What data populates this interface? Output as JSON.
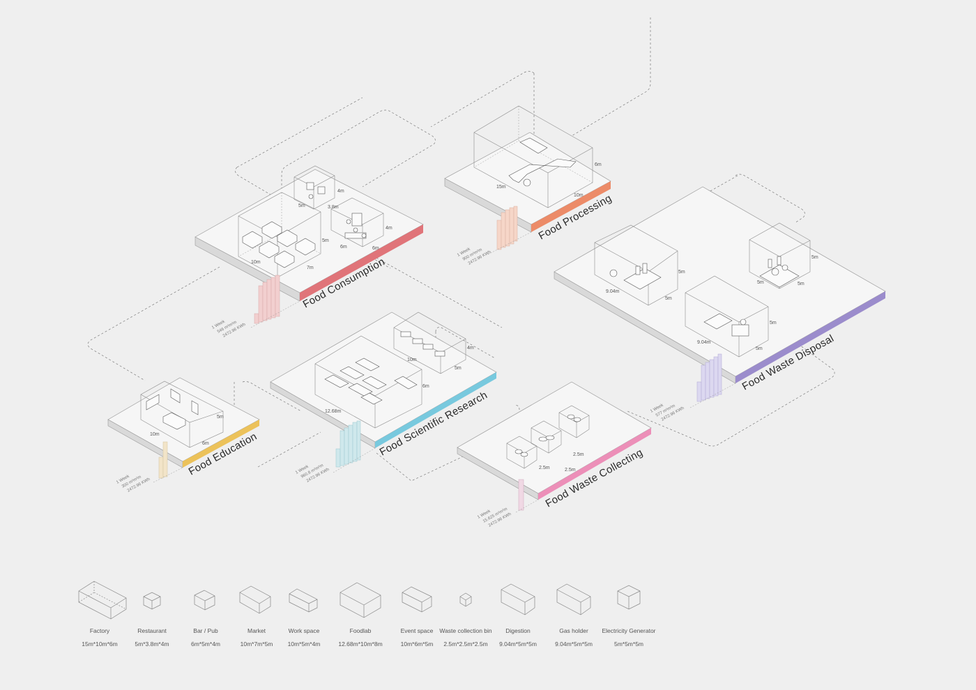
{
  "zones": [
    {
      "id": "food-consumption",
      "title": "Food Consumption",
      "color": "#e07479",
      "bar_color": "#f2cfcf",
      "stats": {
        "period": "1 Week",
        "area": "546 m²m²m",
        "energy": "2472.96 KWh"
      },
      "dims": [
        "5m",
        "3.8m",
        "4m",
        "10m",
        "7m",
        "5m",
        "6m",
        "6m",
        "4m"
      ],
      "bars": [
        10,
        50,
        55,
        60,
        65,
        70
      ]
    },
    {
      "id": "food-processing",
      "title": "Food Processing",
      "color": "#ec8b68",
      "bar_color": "#f6d6c8",
      "stats": {
        "period": "1 Week",
        "area": "900 m²m²m",
        "energy": "2472.96 KWh"
      },
      "dims": [
        "15m",
        "10m",
        "6m"
      ],
      "bars": [
        40,
        55,
        60,
        65
      ]
    },
    {
      "id": "food-waste-disposal",
      "title": "Food Waste Disposal",
      "color": "#9b8ccc",
      "bar_color": "#dcd8f0",
      "stats": {
        "period": "1 Week",
        "area": "577 m²m²m",
        "energy": "2472.96 KWh"
      },
      "dims": [
        "9.04m",
        "5m",
        "5m",
        "9.04m",
        "5m",
        "5m",
        "5m",
        "5m",
        "5m"
      ],
      "bars": [
        25,
        50,
        55,
        60,
        65
      ]
    },
    {
      "id": "food-scientific-research",
      "title": "Food Scientific Research",
      "color": "#78c9de",
      "bar_color": "#cfe8ec",
      "stats": {
        "period": "1 Week",
        "area": "960.8 m²m²m",
        "energy": "2472.96 KWh"
      },
      "dims": [
        "12.68m",
        "6m",
        "10m",
        "5m",
        "4m"
      ],
      "bars": [
        30,
        55,
        60,
        65,
        70
      ]
    },
    {
      "id": "food-education",
      "title": "Food Education",
      "color": "#ecc25a",
      "bar_color": "#f2e4c8",
      "stats": {
        "period": "1 Week",
        "area": "300 m²m²m",
        "energy": "2472.96 KWh"
      },
      "dims": [
        "10m",
        "6m",
        "5m"
      ],
      "bars": [
        30,
        50
      ]
    },
    {
      "id": "food-waste-collecting",
      "title": "Food Waste Collecting",
      "color": "#ec8fb8",
      "bar_color": "#f0d8e4",
      "stats": {
        "period": "1 Week",
        "area": "15.625 m²m²m",
        "energy": "2472.96 KWh"
      },
      "dims": [
        "2.5m",
        "2.5m",
        "2.5m"
      ],
      "bars": [
        40
      ]
    }
  ],
  "legend": [
    {
      "name": "Factory",
      "size": "15m*10m*6m"
    },
    {
      "name": "Restaurant",
      "size": "5m*3.8m*4m"
    },
    {
      "name": "Bar / Pub",
      "size": "6m*5m*4m"
    },
    {
      "name": "Market",
      "size": "10m*7m*5m"
    },
    {
      "name": "Work space",
      "size": "10m*5m*4m"
    },
    {
      "name": "Foodlab",
      "size": "12.68m*10m*8m"
    },
    {
      "name": "Event space",
      "size": "10m*6m*5m"
    },
    {
      "name": "Waste collection bin",
      "size": "2.5m*2.5m*2.5m"
    },
    {
      "name": "Digestion",
      "size": "9.04m*5m*5m"
    },
    {
      "name": "Gas holder",
      "size": "9.04m*5m*5m"
    },
    {
      "name": "Electricity Generator",
      "size": "5m*5m*5m"
    }
  ]
}
